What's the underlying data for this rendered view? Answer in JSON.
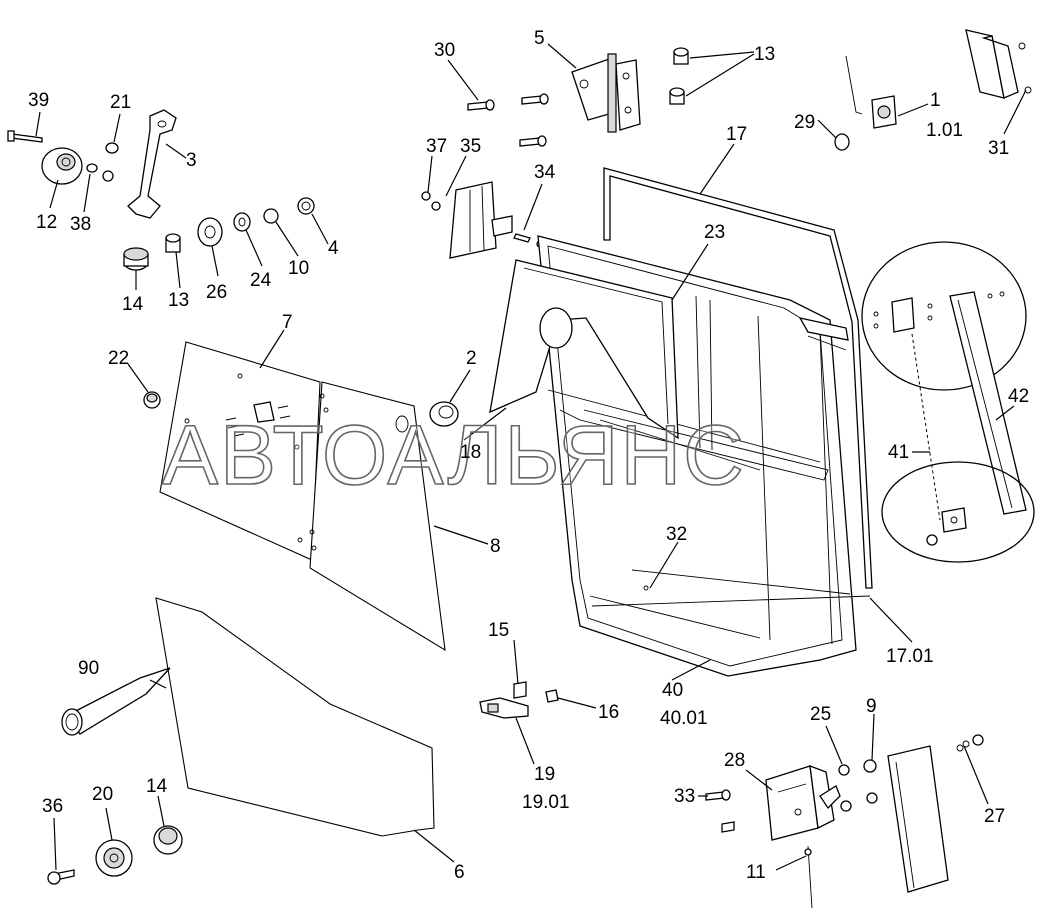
{
  "watermark": "АВТОАЛЬЯНС",
  "callouts": {
    "p1": "1",
    "p1_01": "1.01",
    "p2": "2",
    "p3": "3",
    "p4": "4",
    "p5": "5",
    "p6": "6",
    "p7": "7",
    "p8": "8",
    "p9": "9",
    "p10": "10",
    "p11": "11",
    "p12": "12",
    "p13a": "13",
    "p13b": "13",
    "p14a": "14",
    "p14b": "14",
    "p15": "15",
    "p16": "16",
    "p17": "17",
    "p17_01": "17.01",
    "p18": "18",
    "p19": "19",
    "p19_01": "19.01",
    "p20": "20",
    "p21": "21",
    "p22": "22",
    "p23": "23",
    "p24": "24",
    "p25": "25",
    "p26": "26",
    "p27": "27",
    "p28": "28",
    "p29": "29",
    "p30": "30",
    "p31": "31",
    "p32": "32",
    "p33": "33",
    "p34": "34",
    "p35": "35",
    "p36": "36",
    "p37": "37",
    "p38": "38",
    "p39": "39",
    "p40": "40",
    "p40_01": "40.01",
    "p41": "41",
    "p42": "42",
    "p90": "90"
  }
}
